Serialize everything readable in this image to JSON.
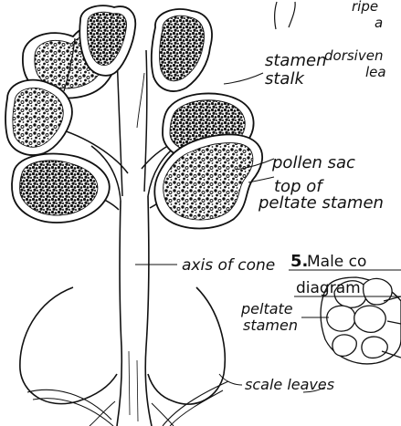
{
  "labels": {
    "ripe_top": "ripe",
    "ripe_bottom": "a",
    "dorsiven_top": "dorsiven",
    "dorsiven_bottom": "lea",
    "stamen_stalk_line1": "stamen",
    "stamen_stalk_line2": "stalk",
    "pollen_sac": "pollen sac",
    "top_of_peltate_line1": "top of",
    "top_of_peltate_line2": "peltate stamen",
    "axis_of_cone": "axis of cone",
    "figure_number": "5.",
    "male_cone_title_line1": "Male co",
    "male_cone_title_line2": "diagram",
    "peltate_stamen_line1": "peltate",
    "peltate_stamen_line2": "stamen",
    "scale_leaves": "scale leaves"
  },
  "colors": {
    "ink": "#111111",
    "paper": "#ffffff"
  }
}
